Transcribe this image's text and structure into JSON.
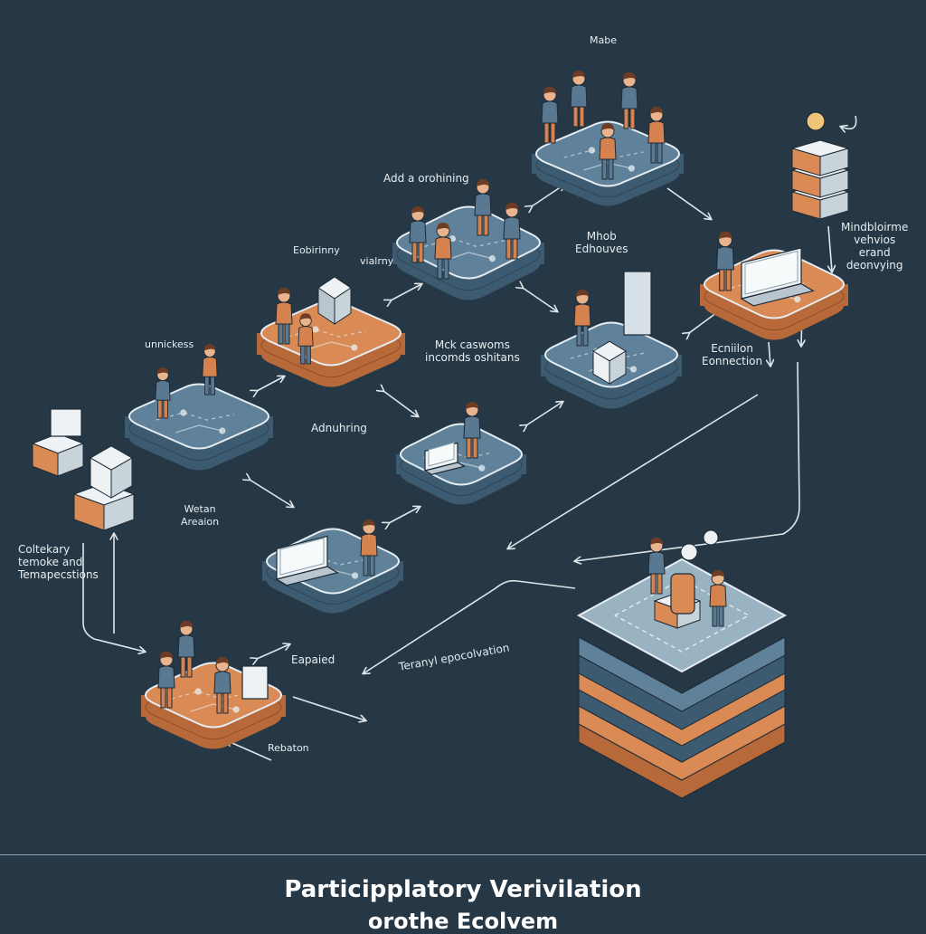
{
  "diagram": {
    "title": "Participplatory Verivilation",
    "subtitle": "orothe Ecolvem",
    "colors": {
      "background": "#263846",
      "platform_blue": "#5f8199",
      "platform_blue_side": "#3c5b70",
      "platform_orange": "#d98a55",
      "platform_orange_side": "#b8693a",
      "platform_rim": "#e6eef3",
      "figure_shirt_blue": "#597891",
      "figure_shirt_orange": "#d6824e",
      "figure_skin": "#e9b48d",
      "figure_hair": "#6e3c25",
      "arrow": "#dfe6ea"
    },
    "labels": [
      {
        "id": "top-center",
        "text": "Add a orohining"
      },
      {
        "id": "top-right-small",
        "text": "Mabe"
      },
      {
        "id": "mid-top",
        "text": "Mhob\nEdhouves"
      },
      {
        "id": "right-side",
        "text": "Mindbloirme\nvehvios\nerand\ndeonvying"
      },
      {
        "id": "left-platform-2",
        "text": "Eobirinny"
      },
      {
        "id": "left-platform-2b",
        "text": "vialrny"
      },
      {
        "id": "left-platform-3",
        "text": "unnickess"
      },
      {
        "id": "middle",
        "text": "Mck caswoms\nincomds oshitans"
      },
      {
        "id": "right-mid",
        "text": "Ecniilon\nEonnection"
      },
      {
        "id": "center-left",
        "text": "Adnuhring"
      },
      {
        "id": "left-low",
        "text": "Wetan\nAreaion"
      },
      {
        "id": "far-left",
        "text": "Coltekary\ntemoke and\nTemapecstions"
      },
      {
        "id": "bottom-mid",
        "text": "Eapaied"
      },
      {
        "id": "bottom-center",
        "text": "Teranyl epocolvation"
      },
      {
        "id": "bottom-left",
        "text": "Rebaton"
      }
    ]
  }
}
